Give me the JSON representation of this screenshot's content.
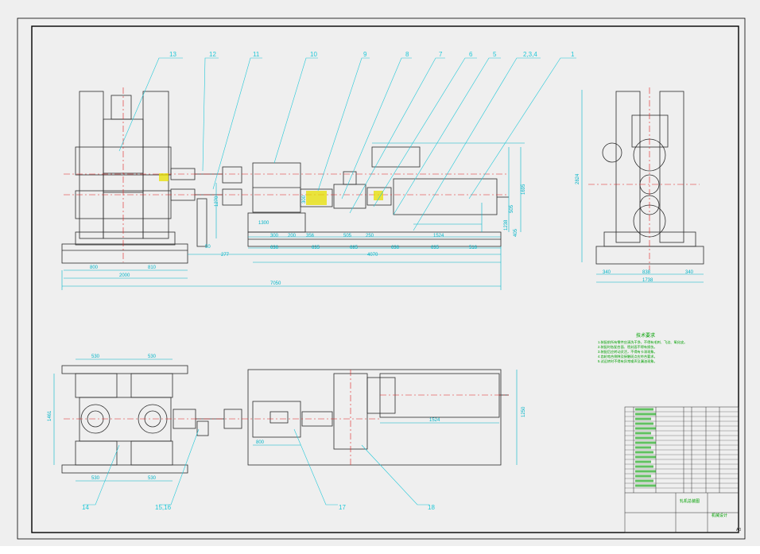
{
  "colors": {
    "background": "#efefef",
    "frame": "#000000",
    "outline": "#2b2b2b",
    "dimension": "#00b4c8",
    "centerline": "#e02020",
    "leader": "#20c8d8",
    "notes": "#00a000",
    "highlight": "#e8e000"
  },
  "balloons": [
    "13",
    "12",
    "11",
    "10",
    "9",
    "8",
    "7",
    "6",
    "5",
    "2,3,4",
    "1"
  ],
  "balloons_bottom": [
    "14",
    "15,16",
    "17",
    "18"
  ],
  "front_view": {
    "dims_base": [
      "2000",
      "800",
      "810"
    ],
    "dims_total": "7050",
    "dims_bottom_chain": [
      "277",
      "50",
      "636",
      "635",
      "685",
      "636",
      "635",
      "516"
    ],
    "dims_inner": [
      "1300",
      "300",
      "200",
      "356",
      "505",
      "250",
      "1524"
    ],
    "dims_vertical": [
      "1270",
      "1695",
      "505",
      "1238",
      "405",
      "300"
    ],
    "dim_mid_total": "4070"
  },
  "side_view": {
    "dims_bottom": [
      "340",
      "838",
      "340"
    ],
    "dim_total": "1738",
    "dim_height": "2824"
  },
  "plan_view": {
    "dims_top": [
      "530",
      "530"
    ],
    "dims_bottom": [
      "530",
      "530"
    ],
    "dim_left": "1461",
    "dim_right": "1250",
    "dim_motor": "1524",
    "dim_mid": "800"
  },
  "notes": {
    "title": "技术要求",
    "lines": [
      "1.装配前所有零件应清洗干净，不得有毛刺、飞边、氧化皮。",
      "2.装配时各配合面、密封面不得有损伤。",
      "3.装配后应转动灵活，不得有卡滞现象。",
      "4.齿轮啮合侧隙及接触斑点应符合要求。",
      "5.试运转时不得有异常噪声及漏油现象。"
    ]
  },
  "title_block": {
    "drawing_title": "轧机总装图",
    "company": "机械设计",
    "sheet_size": "A0"
  }
}
